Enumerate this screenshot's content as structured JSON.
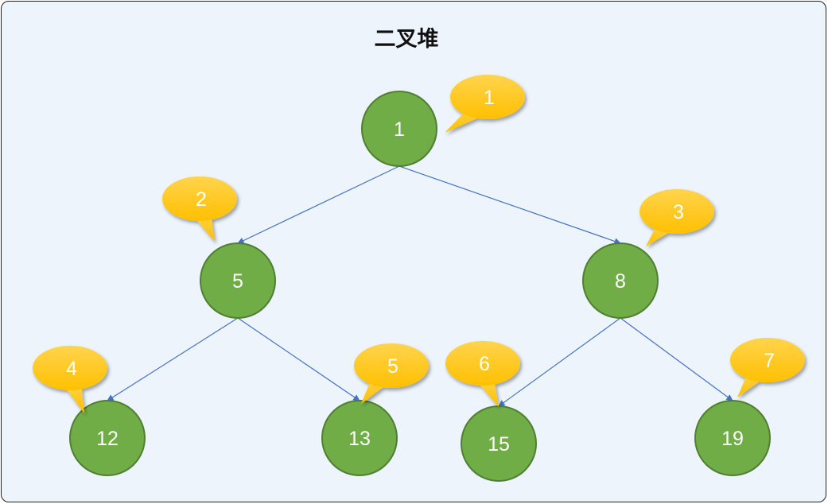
{
  "title": "二叉堆",
  "colors": {
    "background": "#edf4fb",
    "border": "#222222",
    "node_fill": "#70ad47",
    "node_stroke": "#507e32",
    "edge": "#4472c4",
    "bubble_fill": "#ffc000",
    "text": "#ffffff"
  },
  "nodes": [
    {
      "value": "1",
      "index_label": "1"
    },
    {
      "value": "5",
      "index_label": "2"
    },
    {
      "value": "8",
      "index_label": "3"
    },
    {
      "value": "12",
      "index_label": "4"
    },
    {
      "value": "13",
      "index_label": "5"
    },
    {
      "value": "15",
      "index_label": "6"
    },
    {
      "value": "19",
      "index_label": "7"
    }
  ],
  "edges": [
    {
      "from": 0,
      "to": 1
    },
    {
      "from": 0,
      "to": 2
    },
    {
      "from": 1,
      "to": 3
    },
    {
      "from": 1,
      "to": 4
    },
    {
      "from": 2,
      "to": 5
    },
    {
      "from": 2,
      "to": 6
    }
  ]
}
